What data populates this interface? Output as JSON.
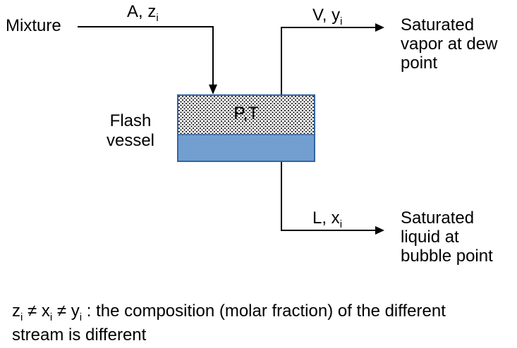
{
  "diagram": {
    "mixture_label": "Mixture",
    "feed_stream": {
      "label": "A, z",
      "sub": "i"
    },
    "vessel": {
      "label_line1": "Flash",
      "label_line2": "vessel",
      "interior_label": "P,T"
    },
    "vapor_stream": {
      "label": "V, y",
      "sub": "i"
    },
    "vapor_outlet": {
      "line1": "Saturated",
      "line2": "vapor at dew",
      "line3": "point"
    },
    "liquid_stream": {
      "label": "L, x",
      "sub": "i"
    },
    "liquid_outlet": {
      "line1": "Saturated",
      "line2": "liquid at",
      "line3": "bubble point"
    }
  },
  "footnote": {
    "line1": [
      {
        "t": "z"
      },
      {
        "sub": "i"
      },
      {
        "t": " ≠ x"
      },
      {
        "sub": "i"
      },
      {
        "t": " ≠ y"
      },
      {
        "sub": "i"
      },
      {
        "t": " : the composition (molar fraction) of the different"
      }
    ],
    "line2": "stream is different"
  },
  "colors": {
    "vessel_fill": "#729fcf",
    "vessel_border": "#3465a4",
    "line_color": "#000000",
    "text_color": "#000000",
    "background": "#ffffff"
  }
}
